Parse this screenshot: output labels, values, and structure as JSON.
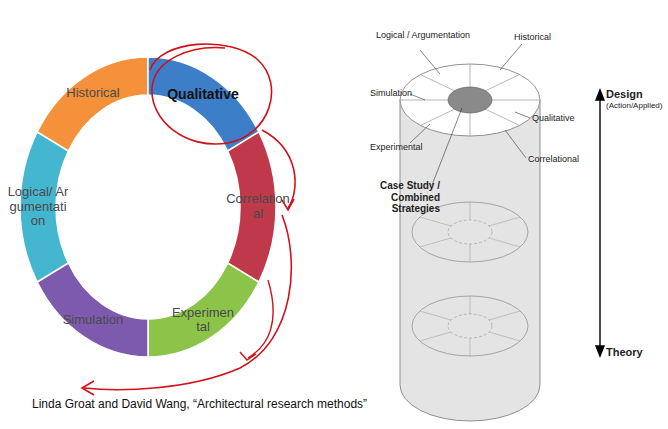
{
  "diagram": {
    "caption": "Linda Groat and David Wang, “Architectural research methods”",
    "nodes": [
      {
        "text": [
          "Historical"
        ]
      },
      {
        "text": [
          "Qualitative"
        ]
      },
      {
        "text": [
          "Correlational"
        ]
      },
      {
        "text": [
          "Experimental"
        ]
      },
      {
        "text": [
          "Simulation"
        ]
      },
      {
        "text": [
          "Logical/ Argumentation"
        ]
      }
    ],
    "labels": [
      "Logical / Argumentation",
      "Historical",
      "Simulation",
      "Qualitative",
      "Experimental",
      "Correlational",
      "Case Study / Combined Strategies",
      "Design",
      "(Action/Applied)",
      "Theory"
    ]
  }
}
